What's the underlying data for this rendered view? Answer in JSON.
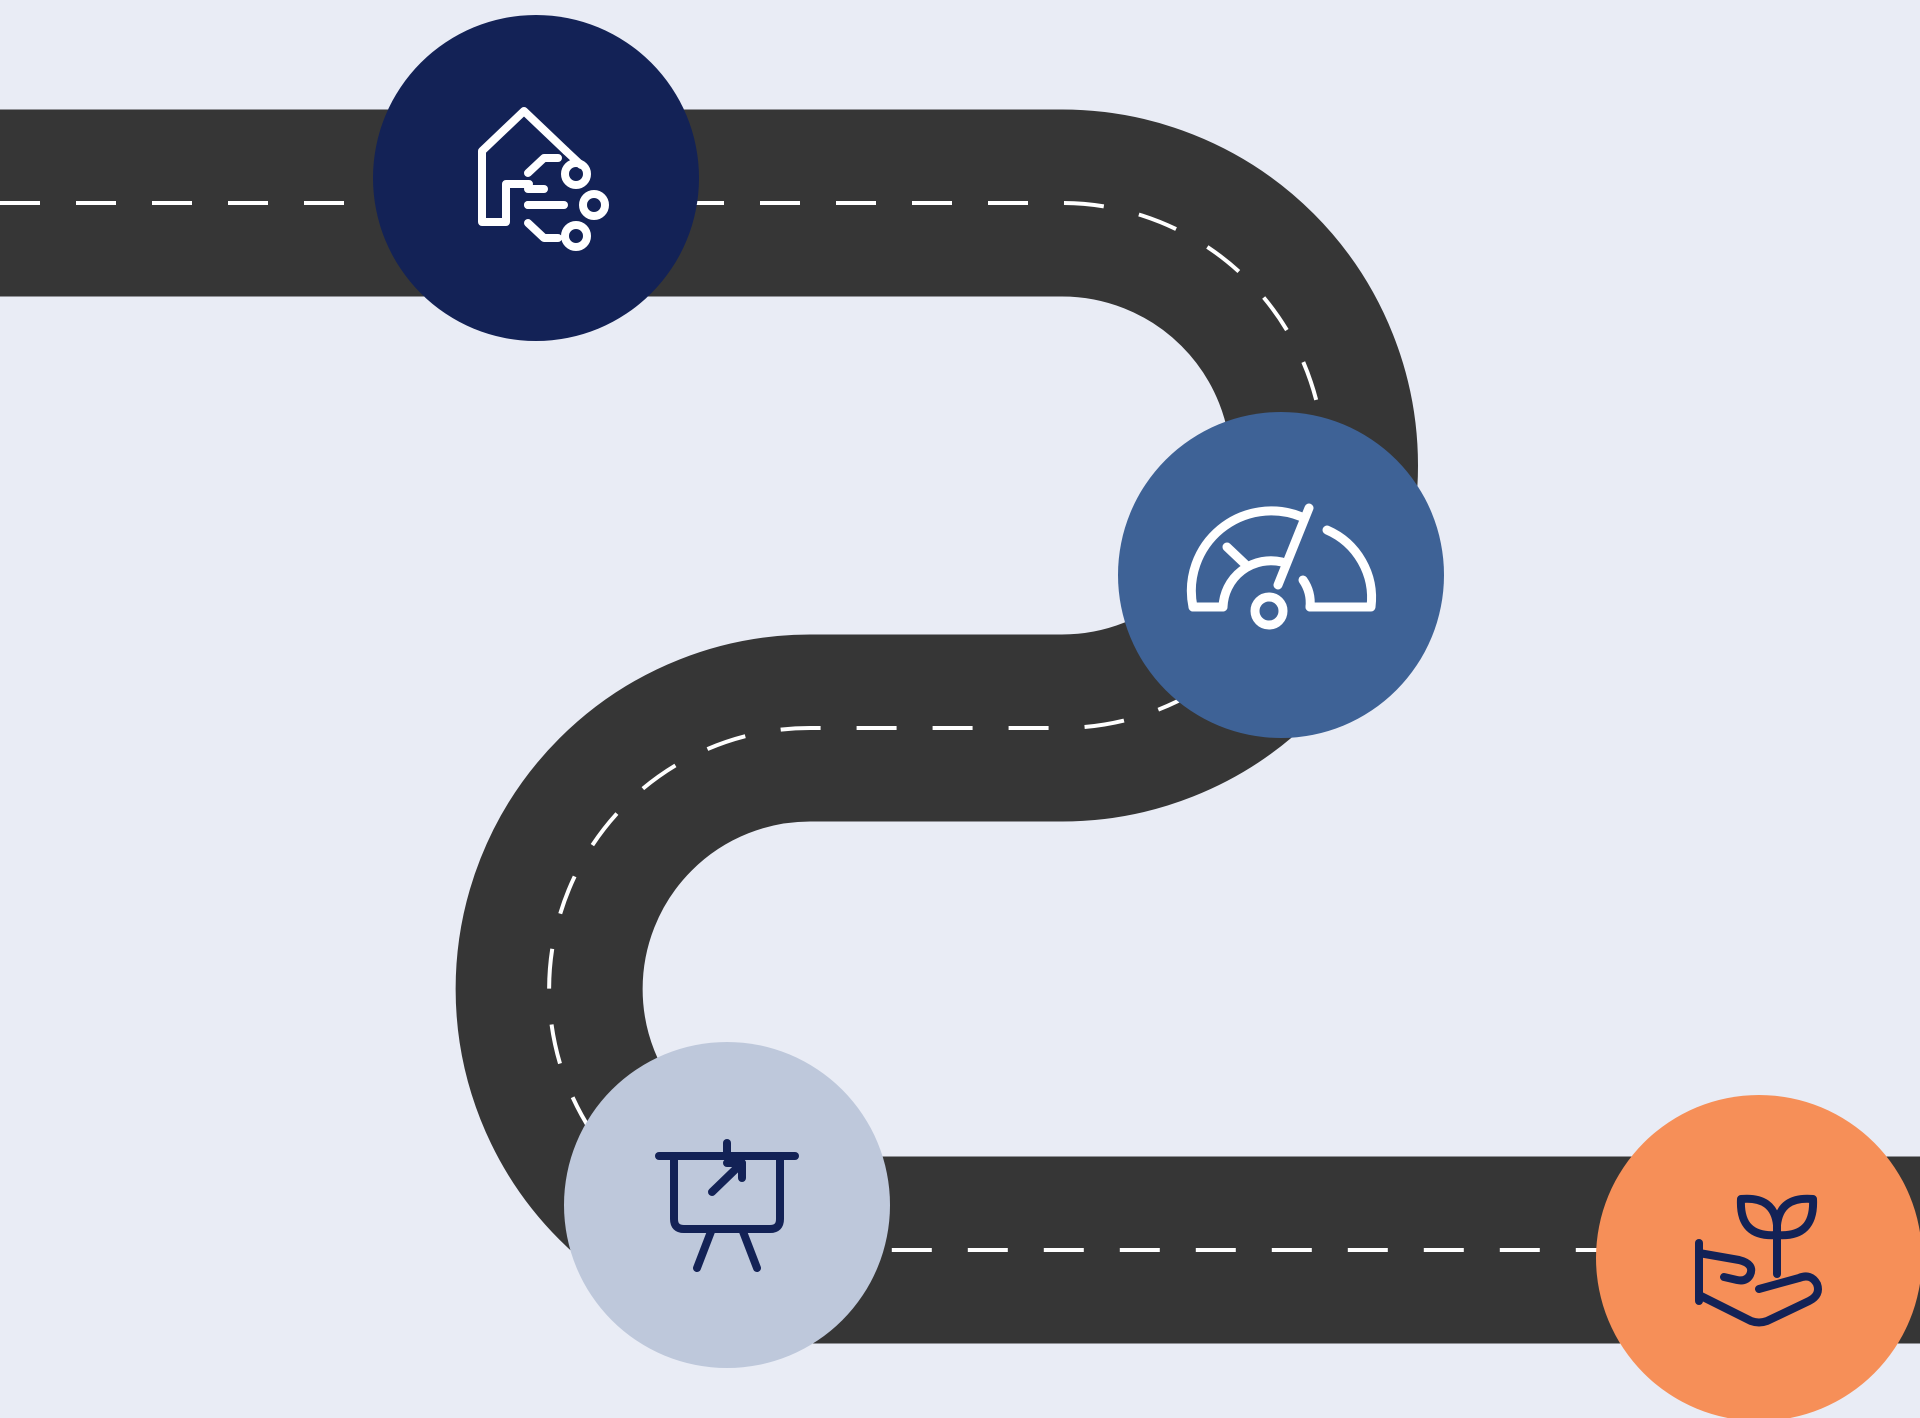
{
  "diagram": {
    "kind": "winding-road-roadmap",
    "background_color": "#e9ecf5",
    "road_color": "#363636",
    "lane_marking_color": "#ffffff",
    "milestones": [
      {
        "id": "m1",
        "icon": "smart-home-network-icon",
        "fill": "#132256",
        "icon_color": "#ffffff"
      },
      {
        "id": "m2",
        "icon": "speedometer-gauge-icon",
        "fill": "#3e6296",
        "icon_color": "#ffffff"
      },
      {
        "id": "m3",
        "icon": "presentation-board-growth-icon",
        "fill": "#bec8db",
        "icon_color": "#132256"
      },
      {
        "id": "m4",
        "icon": "hand-holding-plant-icon",
        "fill": "#f68f58",
        "icon_color": "#132256"
      }
    ]
  }
}
